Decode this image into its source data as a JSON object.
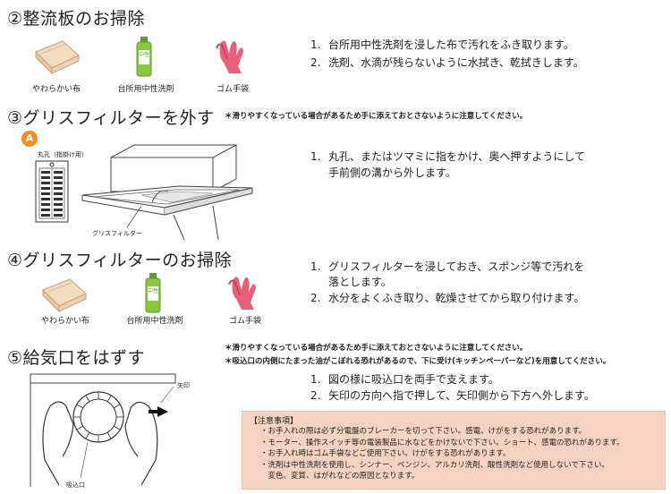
{
  "section1": {
    "heading": "②整流板のお掃除",
    "items": [
      "やわらかい布",
      "台所用中性洗剤",
      "ゴム手袋"
    ],
    "bottle_label": "中性",
    "steps": [
      {
        "num": "1.",
        "text": "台所用中性洗剤を浸した布で汚れをふき取ります。"
      },
      {
        "num": "2.",
        "text": "洗剤、水滴が残らないように水拭き、乾拭きします。"
      }
    ]
  },
  "section2": {
    "heading": "③グリスフィルターを外す",
    "note": "＊滑りやすくなっている場合があるため手に添えておとさないように注意してください。",
    "badge": "A",
    "label_hole": "丸孔（指掛け用）",
    "label_filter": "グリスフィルター",
    "steps": [
      {
        "num": "1.",
        "lines": [
          "丸孔、またはツマミに指をかけ、奥へ押すようにして",
          "手前側の溝から外します。"
        ]
      }
    ]
  },
  "section3": {
    "heading": "④グリスフィルターのお掃除",
    "items": [
      "やわらかい布",
      "台所用中性洗剤",
      "ゴム手袋"
    ],
    "bottle_label": "中性",
    "steps": [
      {
        "num": "1.",
        "lines": [
          "グリスフィルターを浸しておき、スポンジ等で汚れを",
          "落とします。"
        ]
      },
      {
        "num": "2.",
        "lines": [
          "水分をよくふき取り、乾燥させてから取り付けます。"
        ]
      }
    ]
  },
  "section4": {
    "heading": "⑤給気口をはずす",
    "notes": [
      "＊滑りやすくなっている場合があるため手に添えておとさないように注意してください。",
      "＊吸込口の内側にたまった油がこぼれる恐れがあるので、下に受け(キッチンペーパーなど)を用意してください。"
    ],
    "label_arrow": "矢印",
    "label_intake": "吸込口",
    "steps": [
      {
        "num": "1.",
        "text": "図の様に吸込口を両手で支えます。"
      },
      {
        "num": "2.",
        "text": "矢印の方向へ指で押して、矢印側から下方へ外します。"
      }
    ]
  },
  "notice": {
    "title": "【注意事項】",
    "lines": [
      "・お手入れの際は必ず分電盤のブレーカーを切って下さい。感電、けがをする恐れがあります。",
      "・モーター、操作スイッチ等の電装製品に水などをかけないで下さい。ショート、感電の恐れがあります。",
      "・お手入れ時はゴム手袋などご使用下さい。けがをする恐れがあります。",
      "・洗剤は中性洗剤を使用し、シンナー、ベンジン、アルカリ洗剤、酸性洗剤など使用しないで下さい。",
      "　変色、変質、はがれなどの原因となります。"
    ]
  },
  "colors": {
    "accent": "#f28c28",
    "notice_bg": "#f6d3c0",
    "glove": "#e8607a",
    "cloth": "#f3dcc0",
    "bottle": "#8cc63f"
  }
}
